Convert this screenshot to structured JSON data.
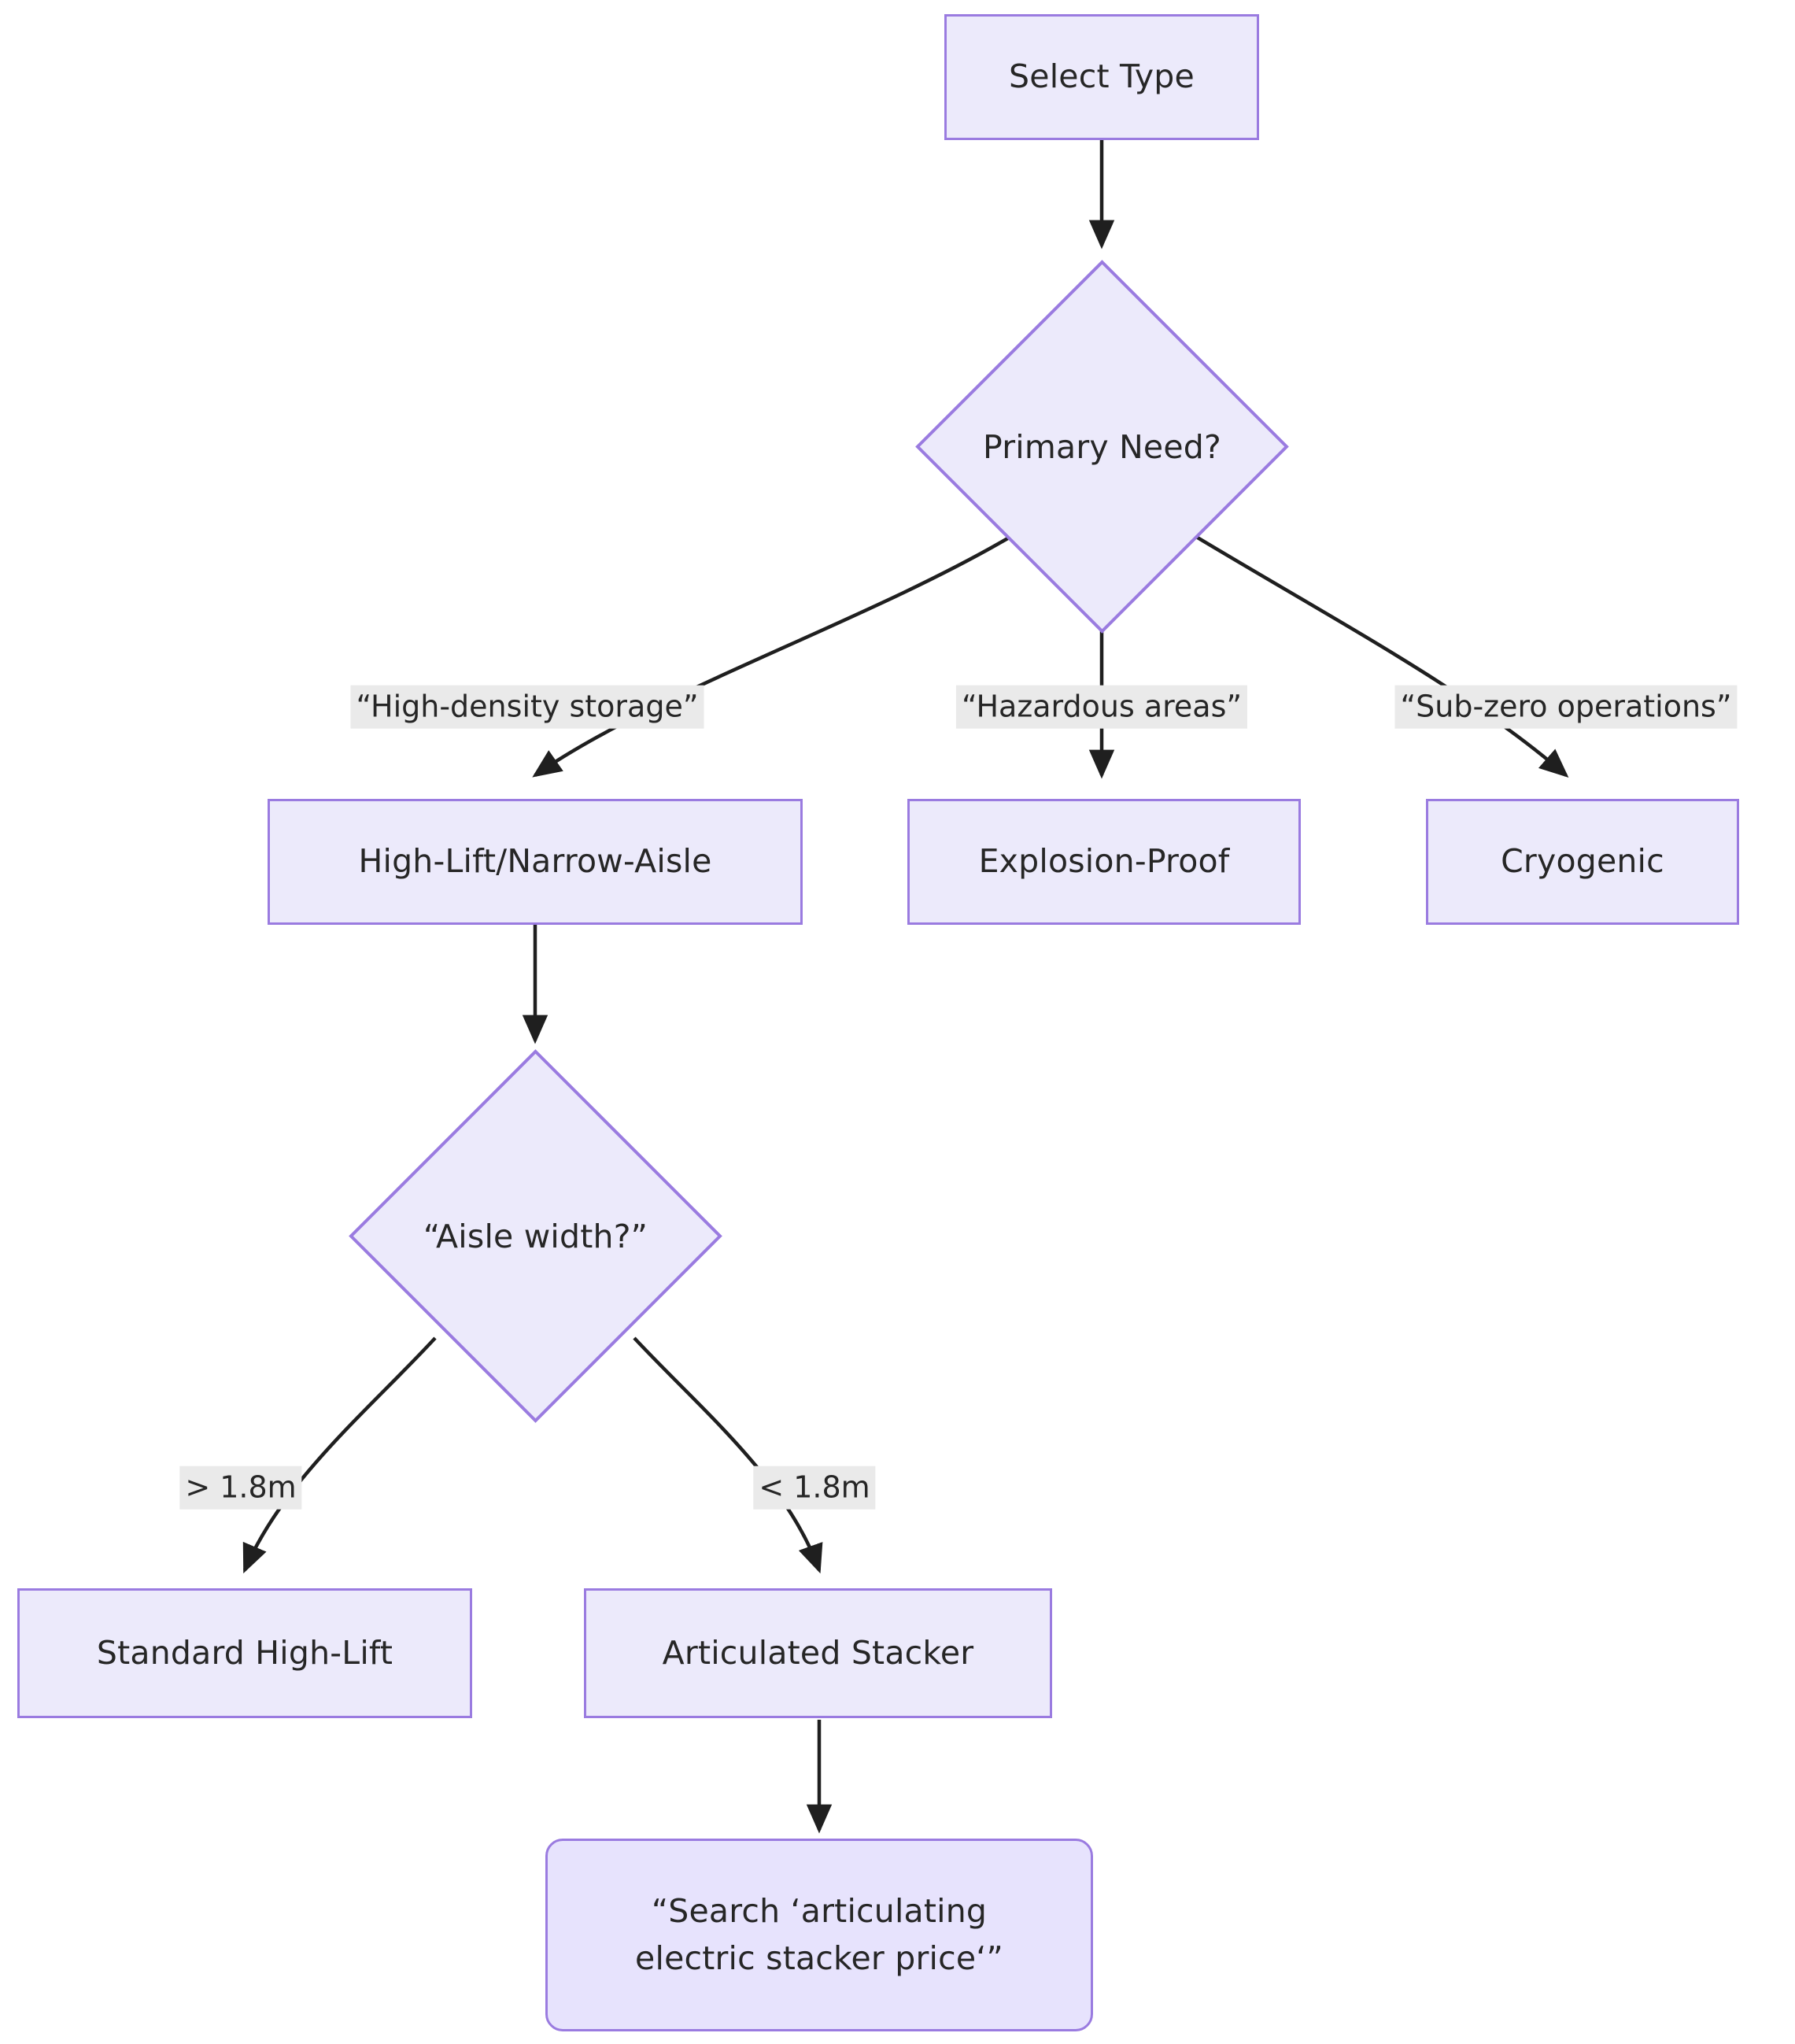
{
  "diagram": {
    "type": "flowchart",
    "direction": "top-down",
    "title": "",
    "colors": {
      "node_fill": "#ECEAFB",
      "node_fill_rounded": "#E7E3FD",
      "node_border": "#9A7BE0",
      "edge_stroke": "#1F1F1F",
      "edge_label_bg": "#EAEAEA",
      "text": "#262626",
      "background": "#FFFFFF"
    },
    "nodes": [
      {
        "id": "select_type",
        "shape": "rect",
        "label": "Select Type"
      },
      {
        "id": "primary_need",
        "shape": "diamond",
        "label": "Primary Need?"
      },
      {
        "id": "high_lift_narrow",
        "shape": "rect",
        "label": "High-Lift/Narrow-Aisle"
      },
      {
        "id": "explosion_proof",
        "shape": "rect",
        "label": "Explosion-Proof"
      },
      {
        "id": "cryogenic",
        "shape": "rect",
        "label": "Cryogenic"
      },
      {
        "id": "aisle_width",
        "shape": "diamond",
        "label": "“Aisle width?”"
      },
      {
        "id": "standard_high_lift",
        "shape": "rect",
        "label": "Standard High-Lift"
      },
      {
        "id": "articulated_stacker",
        "shape": "rect",
        "label": "Articulated Stacker"
      },
      {
        "id": "search_query",
        "shape": "rounded-rect",
        "label_line1": "“Search ‘articulating",
        "label_line2": "electric stacker price‘”"
      }
    ],
    "edges": [
      {
        "from": "select_type",
        "to": "primary_need",
        "label": ""
      },
      {
        "from": "primary_need",
        "to": "high_lift_narrow",
        "label": "“High-density storage”"
      },
      {
        "from": "primary_need",
        "to": "explosion_proof",
        "label": "“Hazardous areas”"
      },
      {
        "from": "primary_need",
        "to": "cryogenic",
        "label": "“Sub-zero operations”"
      },
      {
        "from": "high_lift_narrow",
        "to": "aisle_width",
        "label": ""
      },
      {
        "from": "aisle_width",
        "to": "standard_high_lift",
        "label": "> 1.8m"
      },
      {
        "from": "aisle_width",
        "to": "articulated_stacker",
        "label": "< 1.8m"
      },
      {
        "from": "articulated_stacker",
        "to": "search_query",
        "label": ""
      }
    ]
  }
}
